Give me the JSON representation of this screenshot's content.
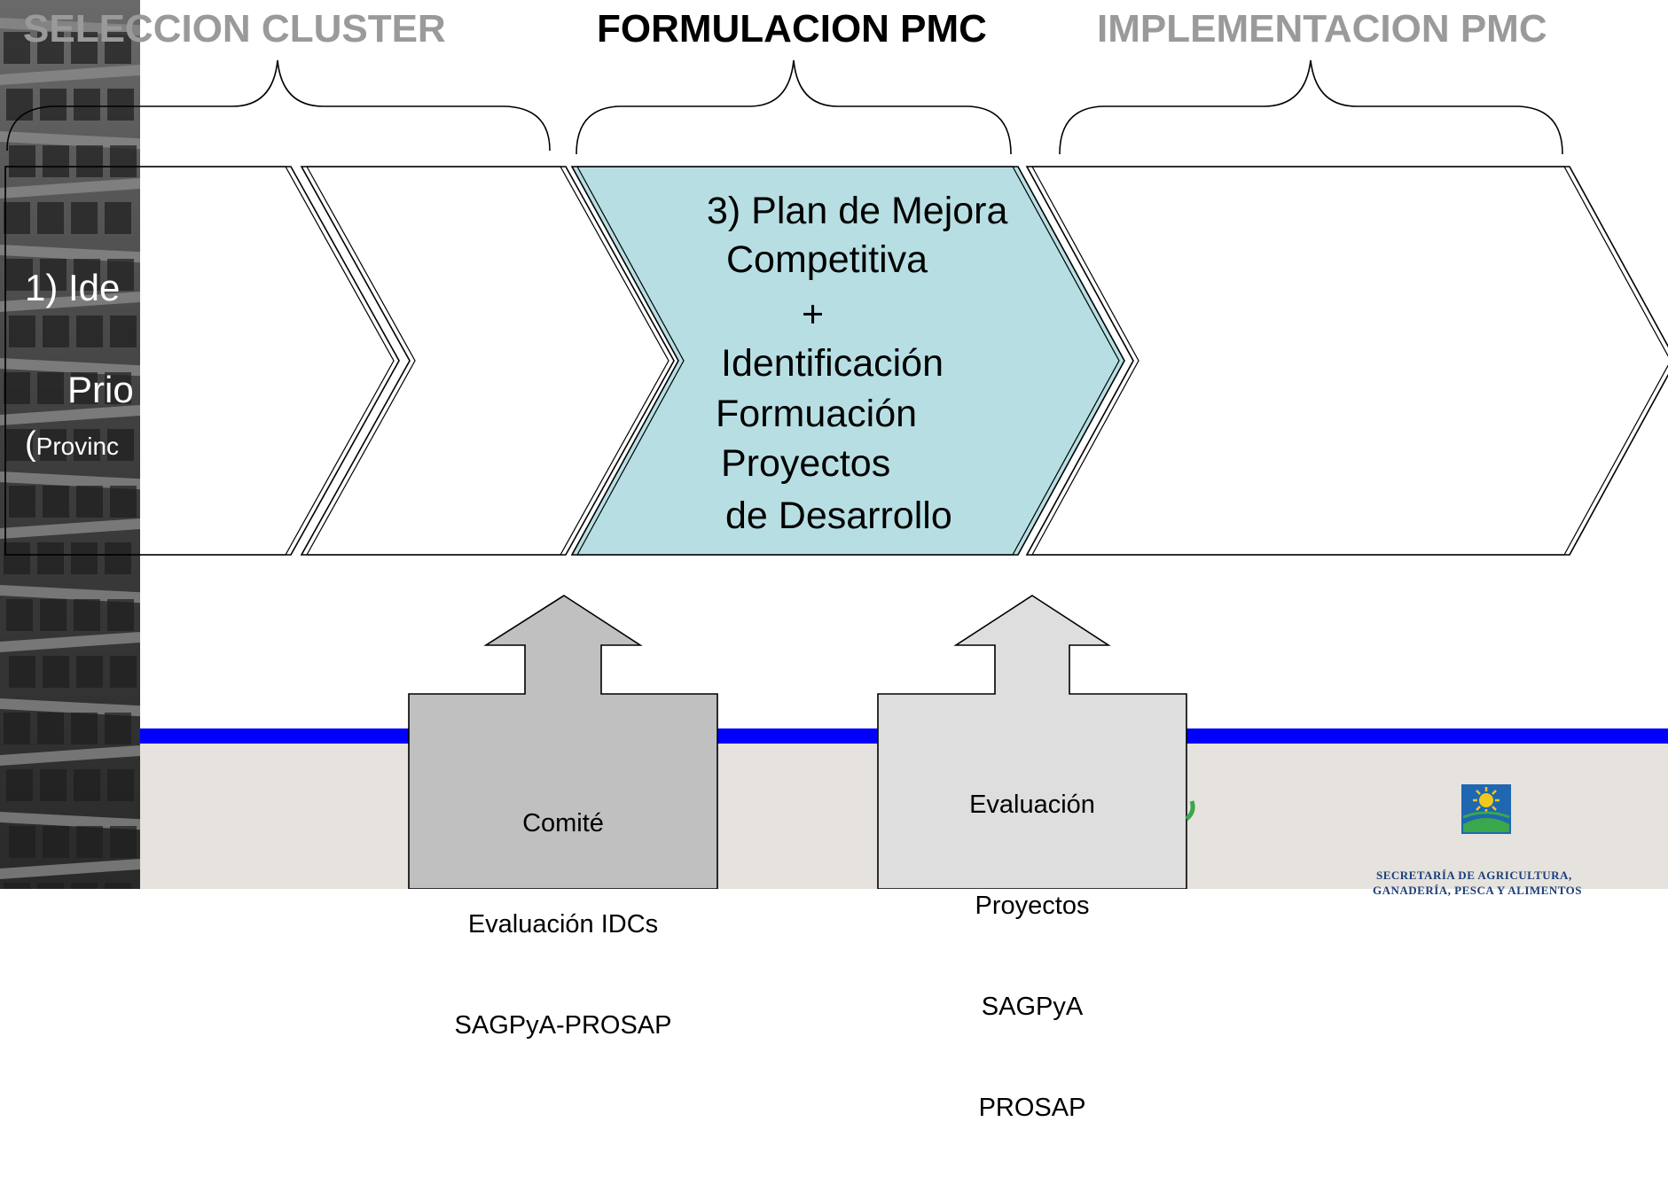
{
  "phases": [
    {
      "label": "SELECCION CLUSTER",
      "color": "#9a9a9a"
    },
    {
      "label": "FORMULACION PMC",
      "color": "#000000"
    },
    {
      "label": "IMPLEMENTACION PMC",
      "color": "#9a9a9a"
    }
  ],
  "steps": {
    "step1": {
      "line1": "1) Ide",
      "line2": "Prio",
      "line3_paren": "(",
      "line3_rest": "Provinc"
    },
    "step3": {
      "lines": [
        "3) Plan de Mejora",
        "Competitiva",
        "+",
        "Identificación",
        "Formuación",
        "Proyectos",
        "de Desarrollo"
      ],
      "fill": "#b7dfe3"
    }
  },
  "evaluations": [
    {
      "lines": [
        "Comité",
        "Evaluación IDCs",
        "SAGPyA-PROSAP"
      ],
      "fill": "#c0c0c0"
    },
    {
      "lines": [
        "Evaluación",
        "Proyectos",
        "SAGPyA",
        "PROSAP"
      ],
      "fill": "#dedede"
    }
  ],
  "footer": {
    "blue_bar_color": "#0000ff",
    "band_color": "#e6e2dd",
    "logo_caption_line1": "SECRETARÍA DE AGRICULTURA,",
    "logo_caption_line2": "GANADERÍA, PESCA Y ALIMENTOS"
  }
}
